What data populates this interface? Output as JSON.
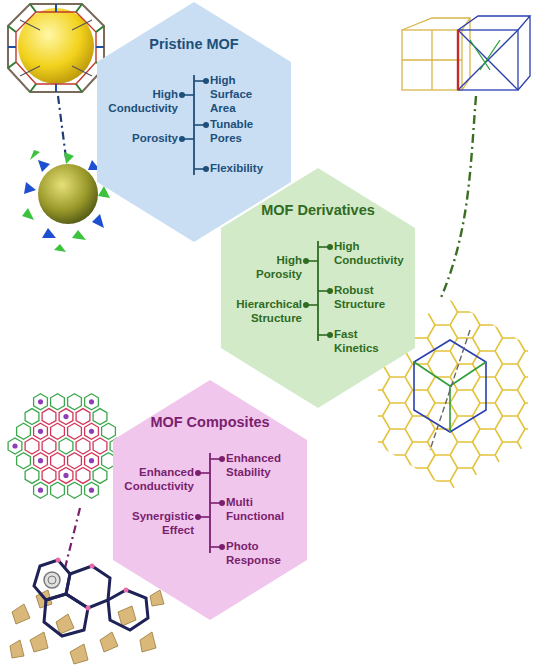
{
  "diagram": {
    "nodes": [
      {
        "text": [
          "Pristine MOF",
          "High Conductivity",
          "Porosity",
          "High Surface Area",
          "Tunable Pores",
          "Flexibility"
        ]
      },
      {
        "text": [
          "MOF Derivatives",
          "High Porosity",
          "Hierarchical Structure",
          "High Conductivity",
          "Robust Structure",
          "Fast Kinetics"
        ]
      },
      {
        "text": [
          "MOF Composites",
          "Enhanced Conductivity",
          "Synergistic Effect",
          "Enhanced Stability",
          "Multi Functional",
          "Photo Response"
        ]
      }
    ]
  }
}
